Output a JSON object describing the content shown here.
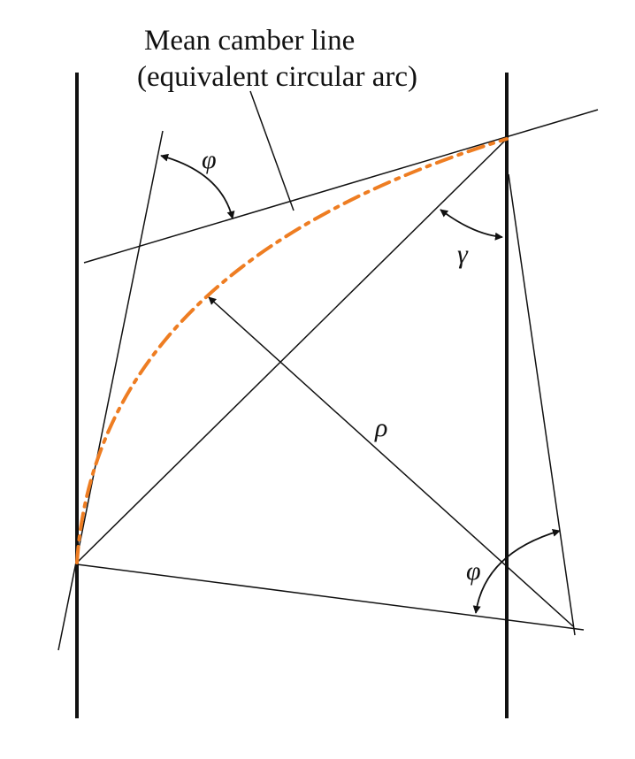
{
  "annotation": {
    "line1": "Mean camber line",
    "line2": "(equivalent circular arc)"
  },
  "symbols": {
    "phi_top": "φ",
    "gamma": "γ",
    "rho": "ρ",
    "phi_bottom": "φ"
  },
  "colors": {
    "camber_line": "#ee7d22",
    "lines": "#111111",
    "background": "#ffffff"
  }
}
